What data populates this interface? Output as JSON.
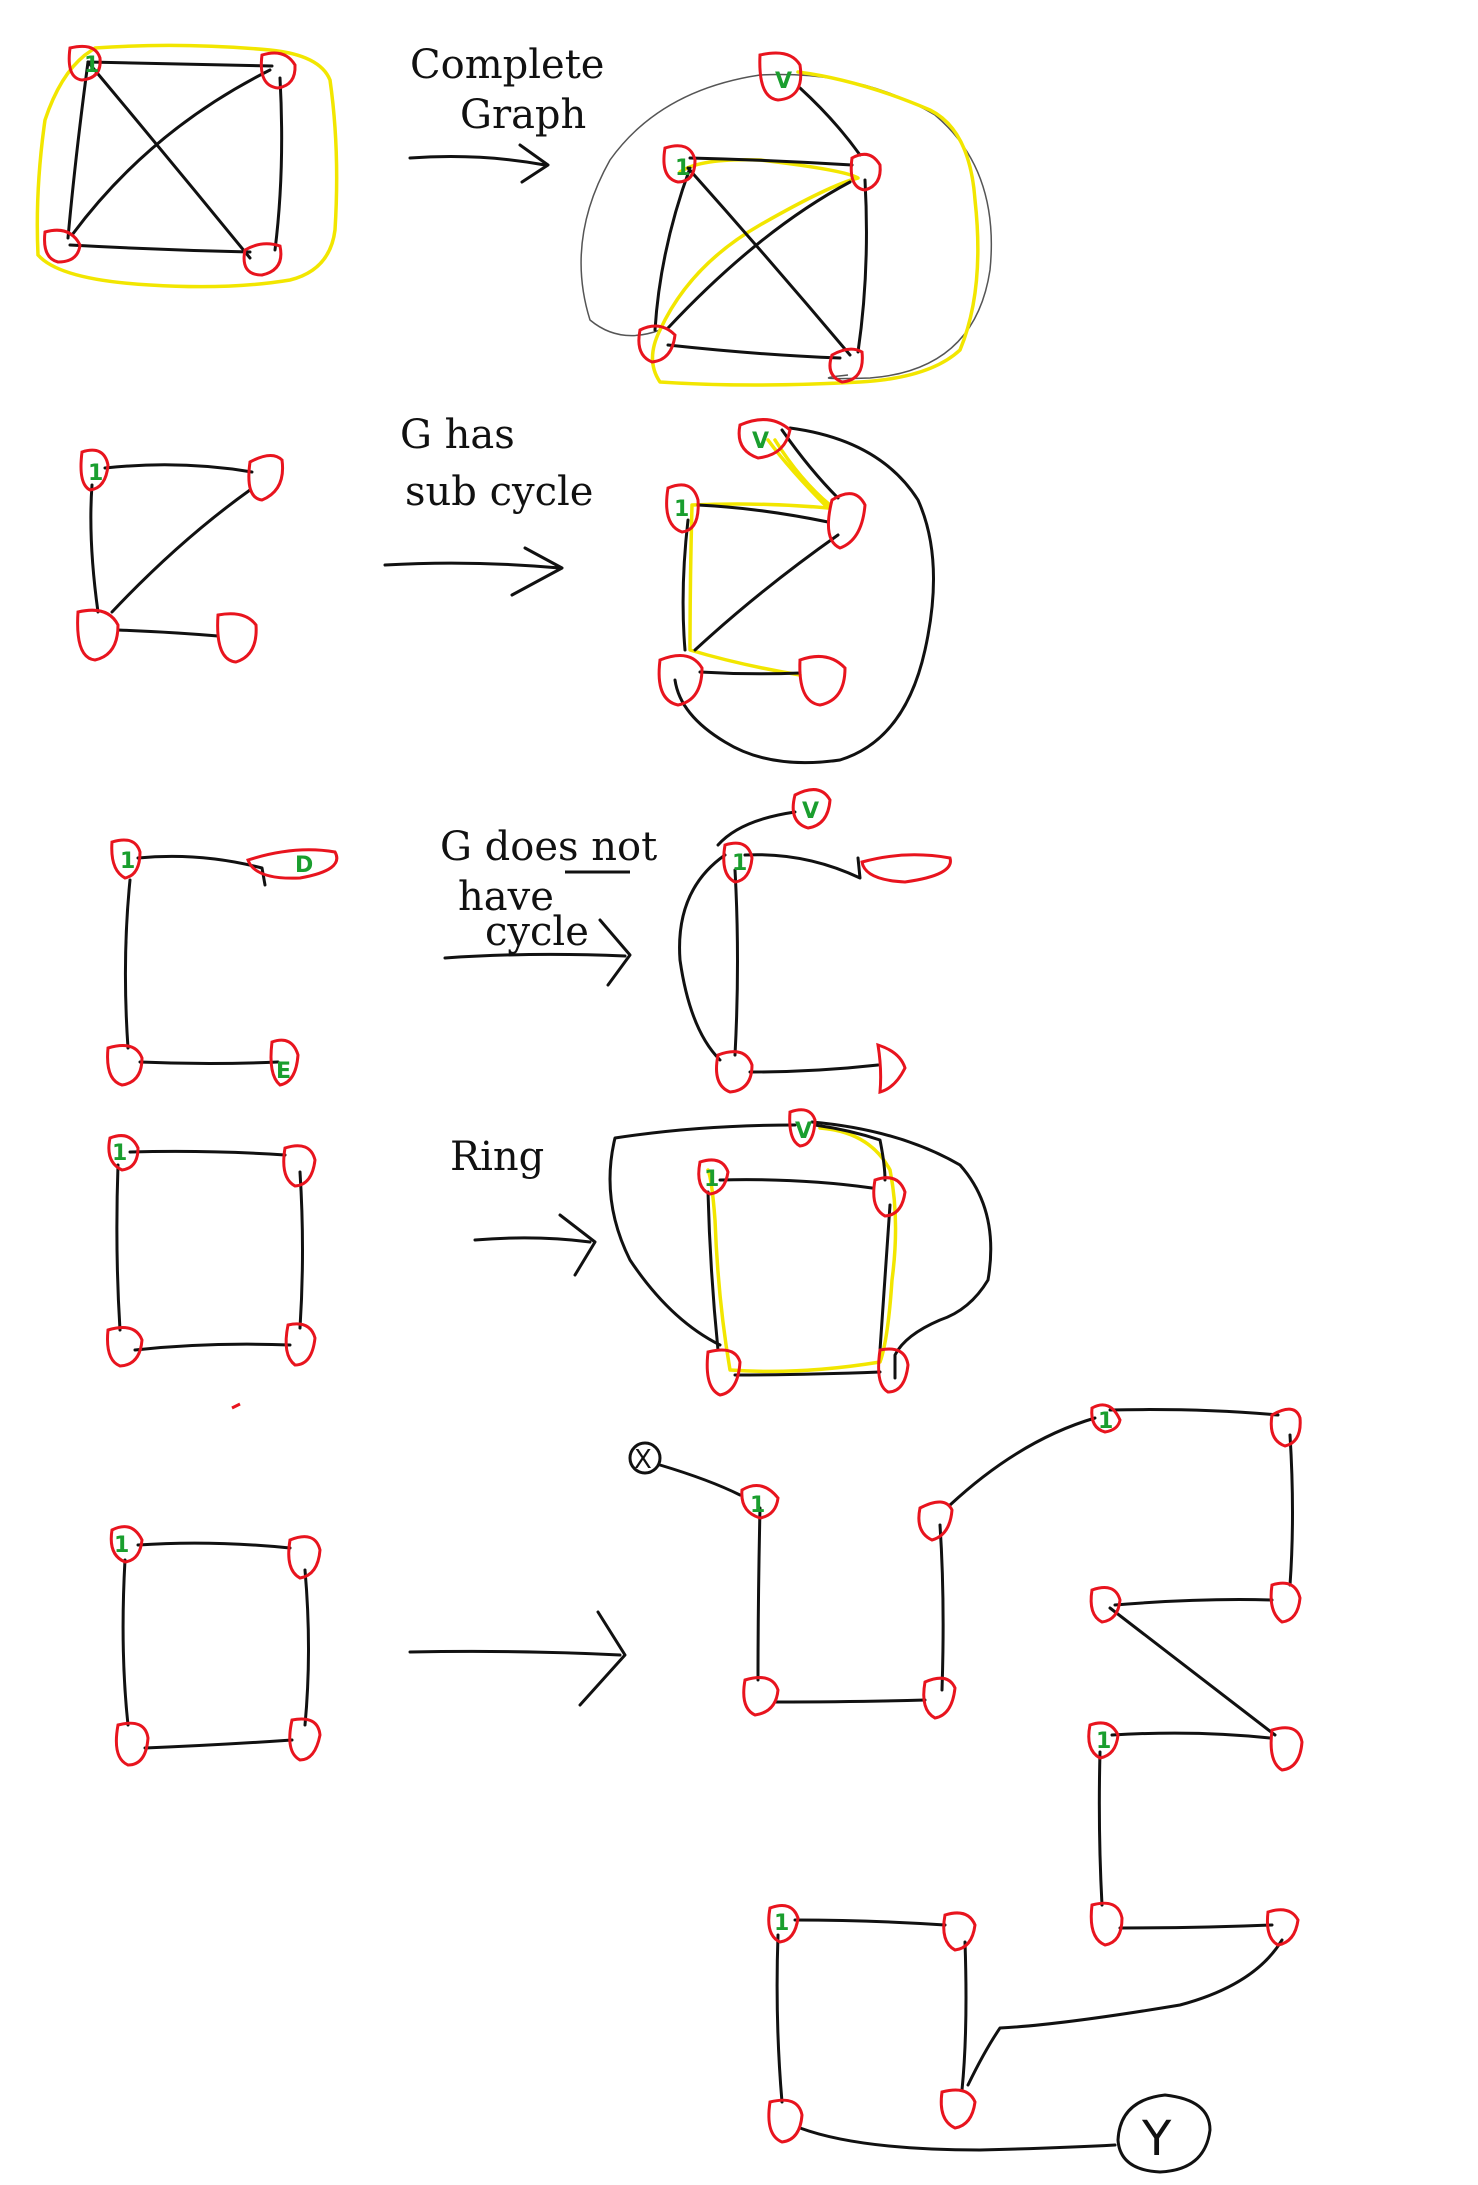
{
  "captions": {
    "complete_graph_line1": "Complete",
    "complete_graph_line2": "Graph",
    "sub_cycle_line1": "G has",
    "sub_cycle_line2": "sub cycle",
    "no_cycle_line1": "G does not",
    "no_cycle_line2": "have",
    "no_cycle_line3": "cycle",
    "ring": "Ring"
  },
  "node_labels": {
    "one": "1",
    "v": "V",
    "d": "D",
    "e": "E",
    "x": "X",
    "y": "Y"
  },
  "colors": {
    "node_outline": "#e8141e",
    "edge": "#111111",
    "highlight_cycle": "#f2e600",
    "label_green": "#1a9e2e"
  }
}
